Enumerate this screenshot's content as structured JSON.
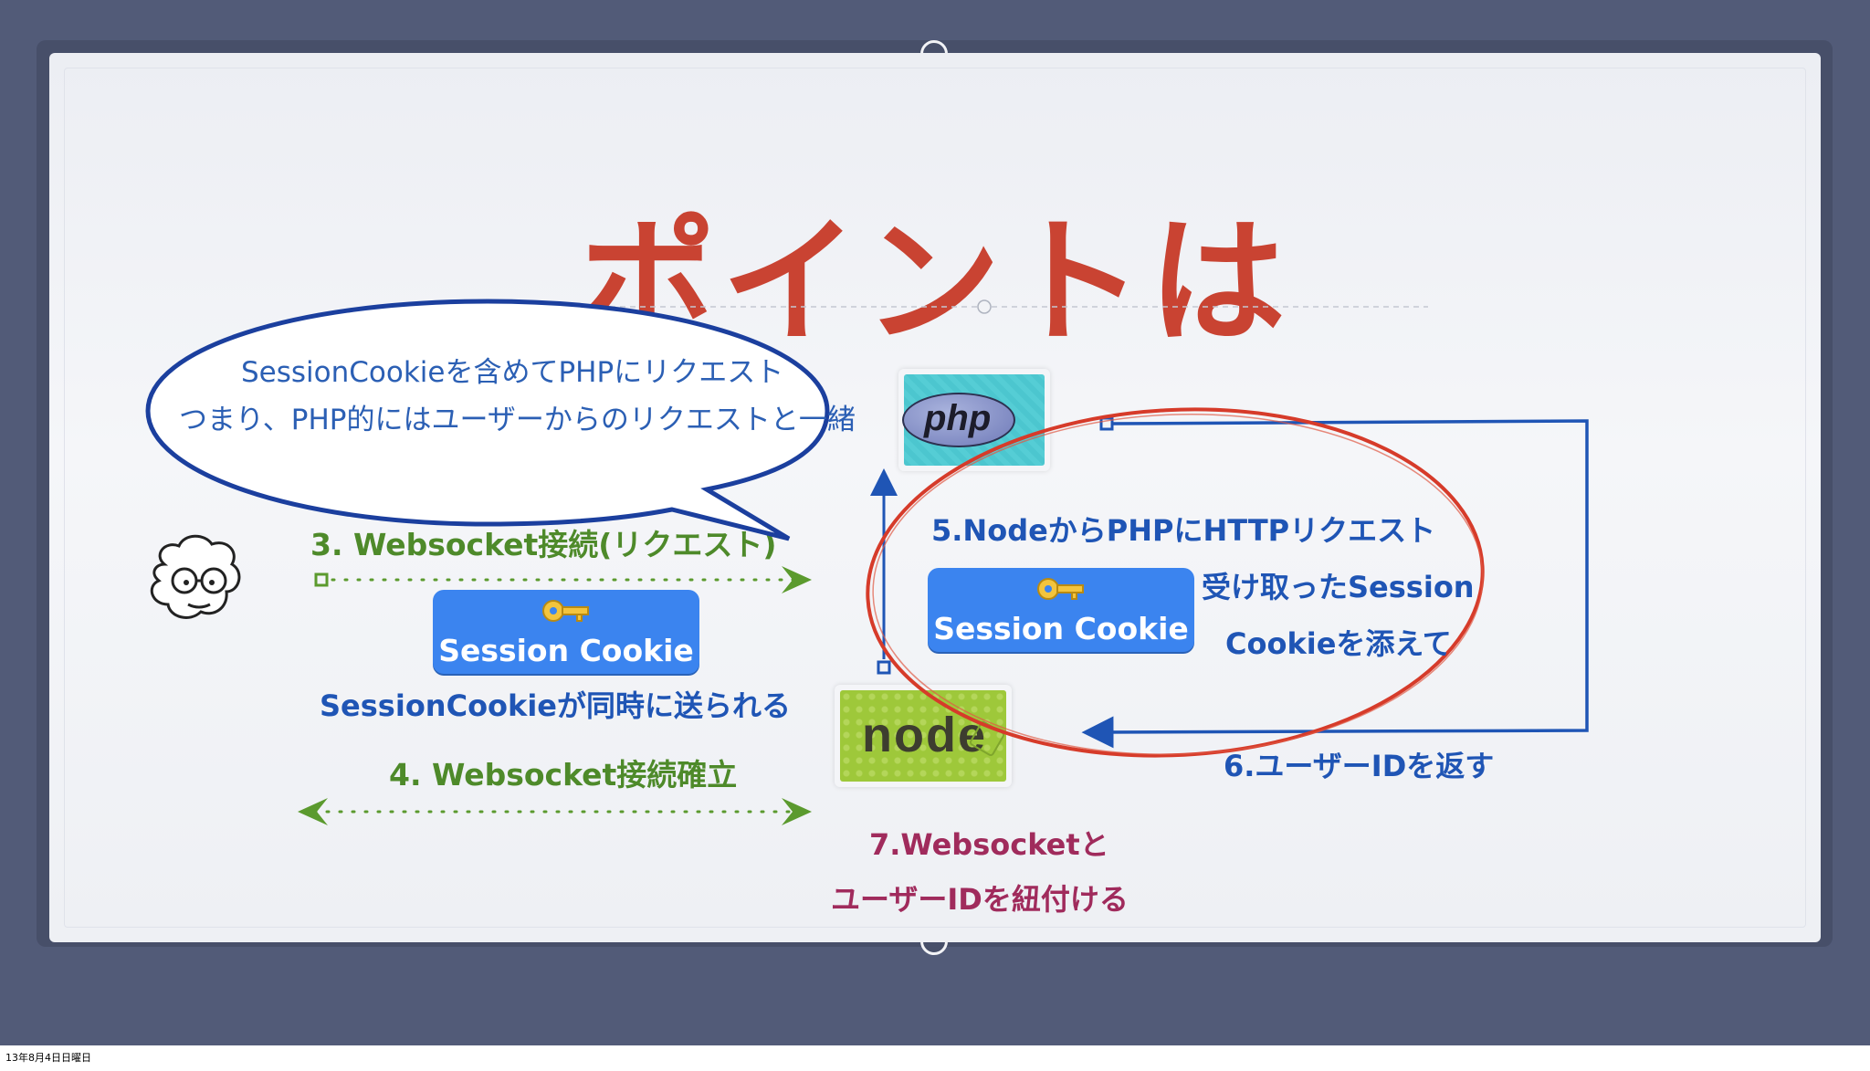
{
  "slide": {
    "title": "ポイントは",
    "bubble": {
      "line1": "SessionCookieを含めてPHPにリクエスト",
      "line2": "つまり、PHP的にはユーザーからのリクエストと一緒"
    },
    "step3_label": "3. Websocket接続(リクエスト)",
    "cookie_button_label": "Session Cookie",
    "sent_simultaneously": "SessionCookieが同時に送られる",
    "step4_label": "4. Websocket接続確立",
    "step5_label": "5.NodeからPHPにHTTPリクエスト",
    "step5_note_line1": "受け取ったSession",
    "step5_note_line2": "Cookieを添えて",
    "step6_label": "6.ユーザーIDを返す",
    "step7_line1": "7.Websocketと",
    "step7_line2": "ユーザーIDを紐付ける",
    "php_logo_text": "php",
    "node_logo_text": "node"
  },
  "status_bar": {
    "timestamp": "13年8月4日日曜日"
  },
  "colors": {
    "background": "#525b78",
    "title_red": "#c94332",
    "blue_text": "#1f55b5",
    "green_text": "#4e8a2a",
    "magenta_text": "#a02b5c",
    "cookie_blue": "#3b84ef",
    "php_teal": "#4cc6cf",
    "node_green": "#9ec83a",
    "ellipse_red": "#d63b2a"
  }
}
